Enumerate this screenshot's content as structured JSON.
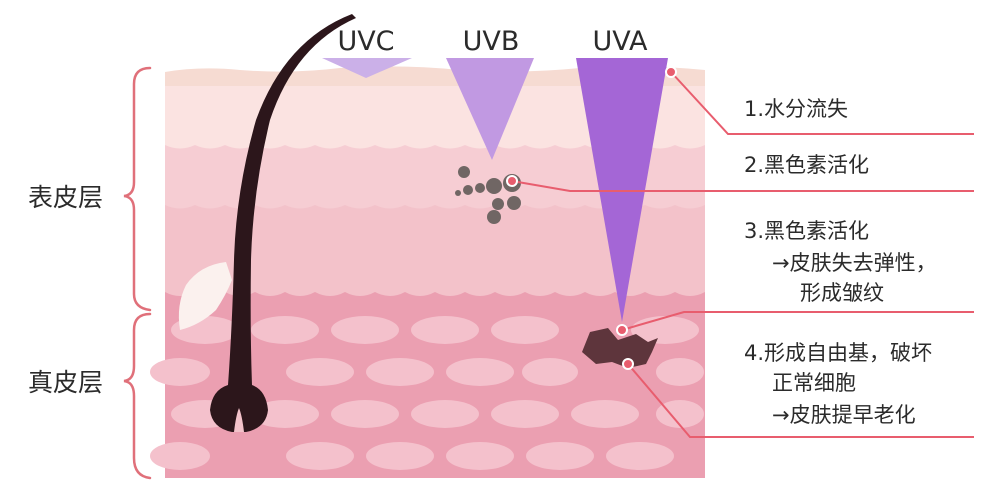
{
  "uv_labels": {
    "uvc": "UVC",
    "uvb": "UVB",
    "uva": "UVA"
  },
  "layers": {
    "epidermis": "表皮层",
    "dermis": "真皮层"
  },
  "annotations": {
    "a1": {
      "line1": "1.水分流失"
    },
    "a2": {
      "line1": "2.黑色素活化"
    },
    "a3": {
      "line1": "3.黑色素活化",
      "line2": "→皮肤失去弹性，",
      "line3": "形成皱纹"
    },
    "a4": {
      "line1": "4.形成自由基，破坏",
      "line2": "正常细胞",
      "line3": "→皮肤提早老化"
    }
  },
  "colors": {
    "surface": "#f6dbd2",
    "epidermis_upper": "#fbe3e1",
    "epidermis_mid": "#f6cdd3",
    "epidermis_lower": "#f3c2ca",
    "dermis": "#eb9fb1",
    "dermis_cell": "#f4c1cc",
    "uvc": "#cbb0e8",
    "uvb": "#c199e2",
    "uva": "#a466d6",
    "hair": "#2c161b",
    "melanin": "#706664",
    "damage": "#5e353c",
    "pointer": "#e85d6e"
  }
}
